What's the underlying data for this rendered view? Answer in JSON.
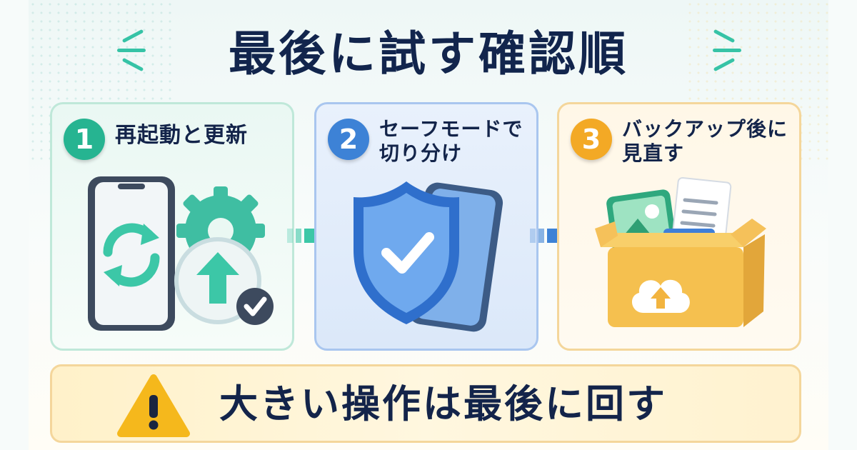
{
  "title": "最後に試す確認順",
  "steps": [
    {
      "number": "1",
      "label": "再起動と更新",
      "color": "#26b491",
      "icons": [
        "phone-icon",
        "refresh-icon",
        "gear-icon",
        "upload-arrow-icon",
        "check-icon"
      ]
    },
    {
      "number": "2",
      "label_line1": "セーフモードで",
      "label_line2": "切り分け",
      "color": "#3d82d6",
      "icons": [
        "shield-check-icon",
        "phone-icon"
      ]
    },
    {
      "number": "3",
      "label_line1": "バックアップ後に",
      "label_line2": "見直す",
      "color": "#f3a925",
      "icons": [
        "box-icon",
        "photo-icon",
        "document-icon",
        "cloud-upload-icon"
      ]
    }
  ],
  "warning": {
    "text": "大きい操作は最後に回す",
    "icon": "warning-icon",
    "color": "#f5b81c"
  }
}
